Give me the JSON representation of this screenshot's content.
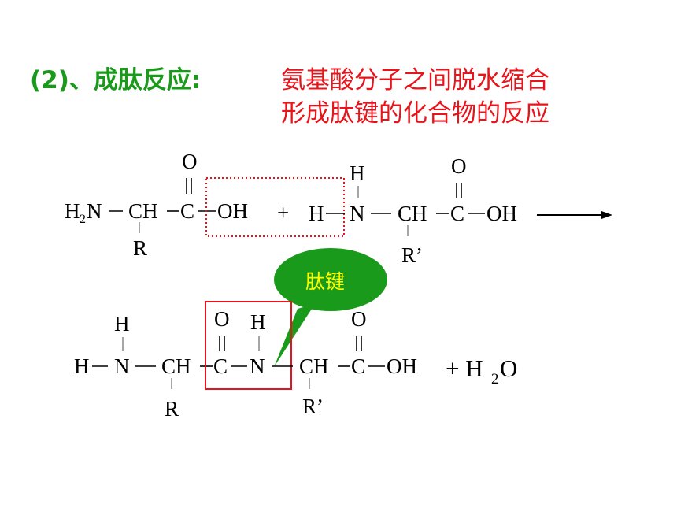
{
  "section": {
    "heading": "(2)、成肽反应:",
    "definition_line1": "氨基酸分子之间脱水缩合",
    "definition_line2": "形成肽键的化合物的反应"
  },
  "reactant1": {
    "amine": "H",
    "amine_sub": "2",
    "amine_n": "N",
    "ch": "CH",
    "c": "C",
    "o": "O",
    "oh": "OH",
    "r": "R"
  },
  "plus1": "+",
  "reactant2": {
    "h_left": "H",
    "h_top": "H",
    "n": "N",
    "ch": "CH",
    "c": "C",
    "o": "O",
    "oh": "OH",
    "r": "R’"
  },
  "product": {
    "h_left": "H",
    "h_top": "H",
    "n1": "N",
    "ch1": "CH",
    "c1": "C",
    "o1": "O",
    "h_peptide": "H",
    "n2": "N",
    "ch2": "CH",
    "c2": "C",
    "o2": "O",
    "oh": "OH",
    "r1": "R",
    "r2": "R’"
  },
  "water": {
    "plus": "+ H",
    "sub": "2",
    "o": "O"
  },
  "callout": {
    "label": "肽键",
    "color": "#1a9a1a",
    "text_color": "#ffff00"
  },
  "colors": {
    "heading": "#1a9a1a",
    "definition": "#e8141b",
    "highlight": "#e8141b"
  }
}
